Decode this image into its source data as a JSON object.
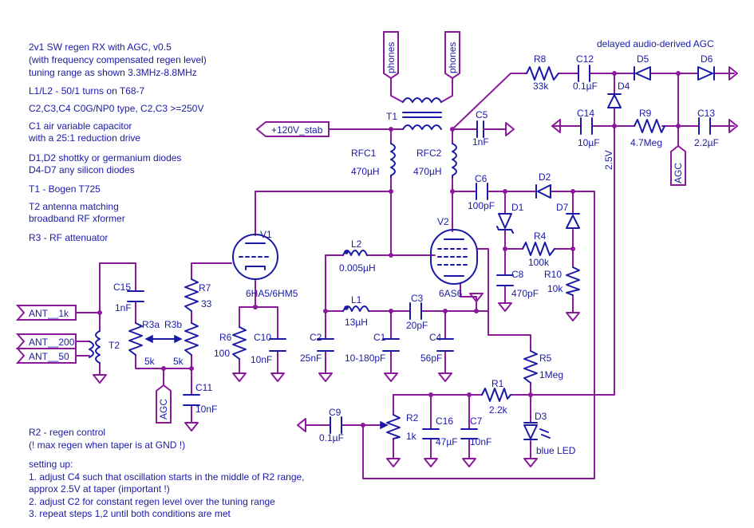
{
  "notes": [
    "2v1 SW regen RX with AGC, v0.5",
    "(with frequency compensated regen level)",
    "tuning range as shown 3.3MHz-8.8MHz",
    "L1/L2 - 50/1 turns on T68-7",
    "C2,C3,C4 C0G/NP0 type, C2,C3 >=250V",
    "C1 air variable capacitor",
    "with a 25:1 reduction drive",
    "D1,D2 shottky or germanium diodes",
    "D4-D7 any silicon diodes",
    "T1 - Bogen T725",
    "T2 antenna matching",
    "broadband RF xformer",
    "R3 - RF attenuator"
  ],
  "setup_notes": [
    "R2 - regen control",
    "(! max regen when taper is at GND !)",
    "setting up:",
    "1. adjust C4 such that oscillation starts in the middle of R2 range,",
    "approx 2.5V at taper (important !)",
    "2. adjust C2 for constant regen level over the tuning range",
    "3. repeat steps 1,2 until both conditions are met"
  ],
  "agc_title": "delayed audio-derived AGC",
  "ports": {
    "phones1": "phones",
    "phones2": "phones",
    "supply": "+120V_stab",
    "ant_1k": "ANT__1k",
    "ant_200": "ANT__200",
    "ant_50": "ANT__50",
    "agc_left": "AGC",
    "agc_right": "AGC"
  },
  "components": {
    "R8": {
      "ref": "R8",
      "value": "33k"
    },
    "C12": {
      "ref": "C12",
      "value": "0.1µF"
    },
    "D5": {
      "ref": "D5"
    },
    "D6": {
      "ref": "D6"
    },
    "D4": {
      "ref": "D4"
    },
    "C14": {
      "ref": "C14",
      "value": "10µF"
    },
    "R9": {
      "ref": "R9",
      "value": "4.7Meg"
    },
    "C13": {
      "ref": "C13",
      "value": "2.2µF"
    },
    "bias": "2.5V",
    "T1": {
      "ref": "T1"
    },
    "C5": {
      "ref": "C5",
      "value": "1nF"
    },
    "RFC1": {
      "ref": "RFC1",
      "value": "470µH"
    },
    "RFC2": {
      "ref": "RFC2",
      "value": "470µH"
    },
    "C6": {
      "ref": "C6",
      "value": "100pF"
    },
    "D2": {
      "ref": "D2"
    },
    "D1": {
      "ref": "D1"
    },
    "D7": {
      "ref": "D7"
    },
    "R4": {
      "ref": "R4",
      "value": "100k"
    },
    "C8": {
      "ref": "C8",
      "value": "470pF"
    },
    "R10": {
      "ref": "R10",
      "value": "10k"
    },
    "V1": {
      "ref": "V1",
      "value": "6HA5/6HM5"
    },
    "V2": {
      "ref": "V2",
      "value": "6AS6"
    },
    "L2": {
      "ref": "L2",
      "value": "0.005µH"
    },
    "L1": {
      "ref": "L1",
      "value": "13µH"
    },
    "C3": {
      "ref": "C3",
      "value": "20pF"
    },
    "C2": {
      "ref": "C2",
      "value": "25nF"
    },
    "C1": {
      "ref": "C1",
      "value": "10-180pF"
    },
    "C4": {
      "ref": "C4",
      "value": "56pF"
    },
    "C15": {
      "ref": "C15",
      "value": "1nF"
    },
    "R7": {
      "ref": "R7",
      "value": "33"
    },
    "R3a": {
      "ref": "R3a",
      "value": "5k"
    },
    "R3b": {
      "ref": "R3b",
      "value": "5k"
    },
    "T2": {
      "ref": "T2"
    },
    "R6": {
      "ref": "R6",
      "value": "100"
    },
    "C10": {
      "ref": "C10",
      "value": "10nF"
    },
    "C11": {
      "ref": "C11",
      "value": "10nF"
    },
    "R5": {
      "ref": "R5",
      "value": "1Meg"
    },
    "R1": {
      "ref": "R1",
      "value": "2.2k"
    },
    "D3": {
      "ref": "D3",
      "value": "blue LED"
    },
    "C9": {
      "ref": "C9",
      "value": "0.1µF"
    },
    "R2": {
      "ref": "R2",
      "value": "1k"
    },
    "C16": {
      "ref": "C16",
      "value": "47µF"
    },
    "C7": {
      "ref": "C7",
      "value": "10nF"
    }
  },
  "colors": {
    "wire": "#8a1a9a",
    "component": "#1a1aa6",
    "background": "#ffffff"
  }
}
